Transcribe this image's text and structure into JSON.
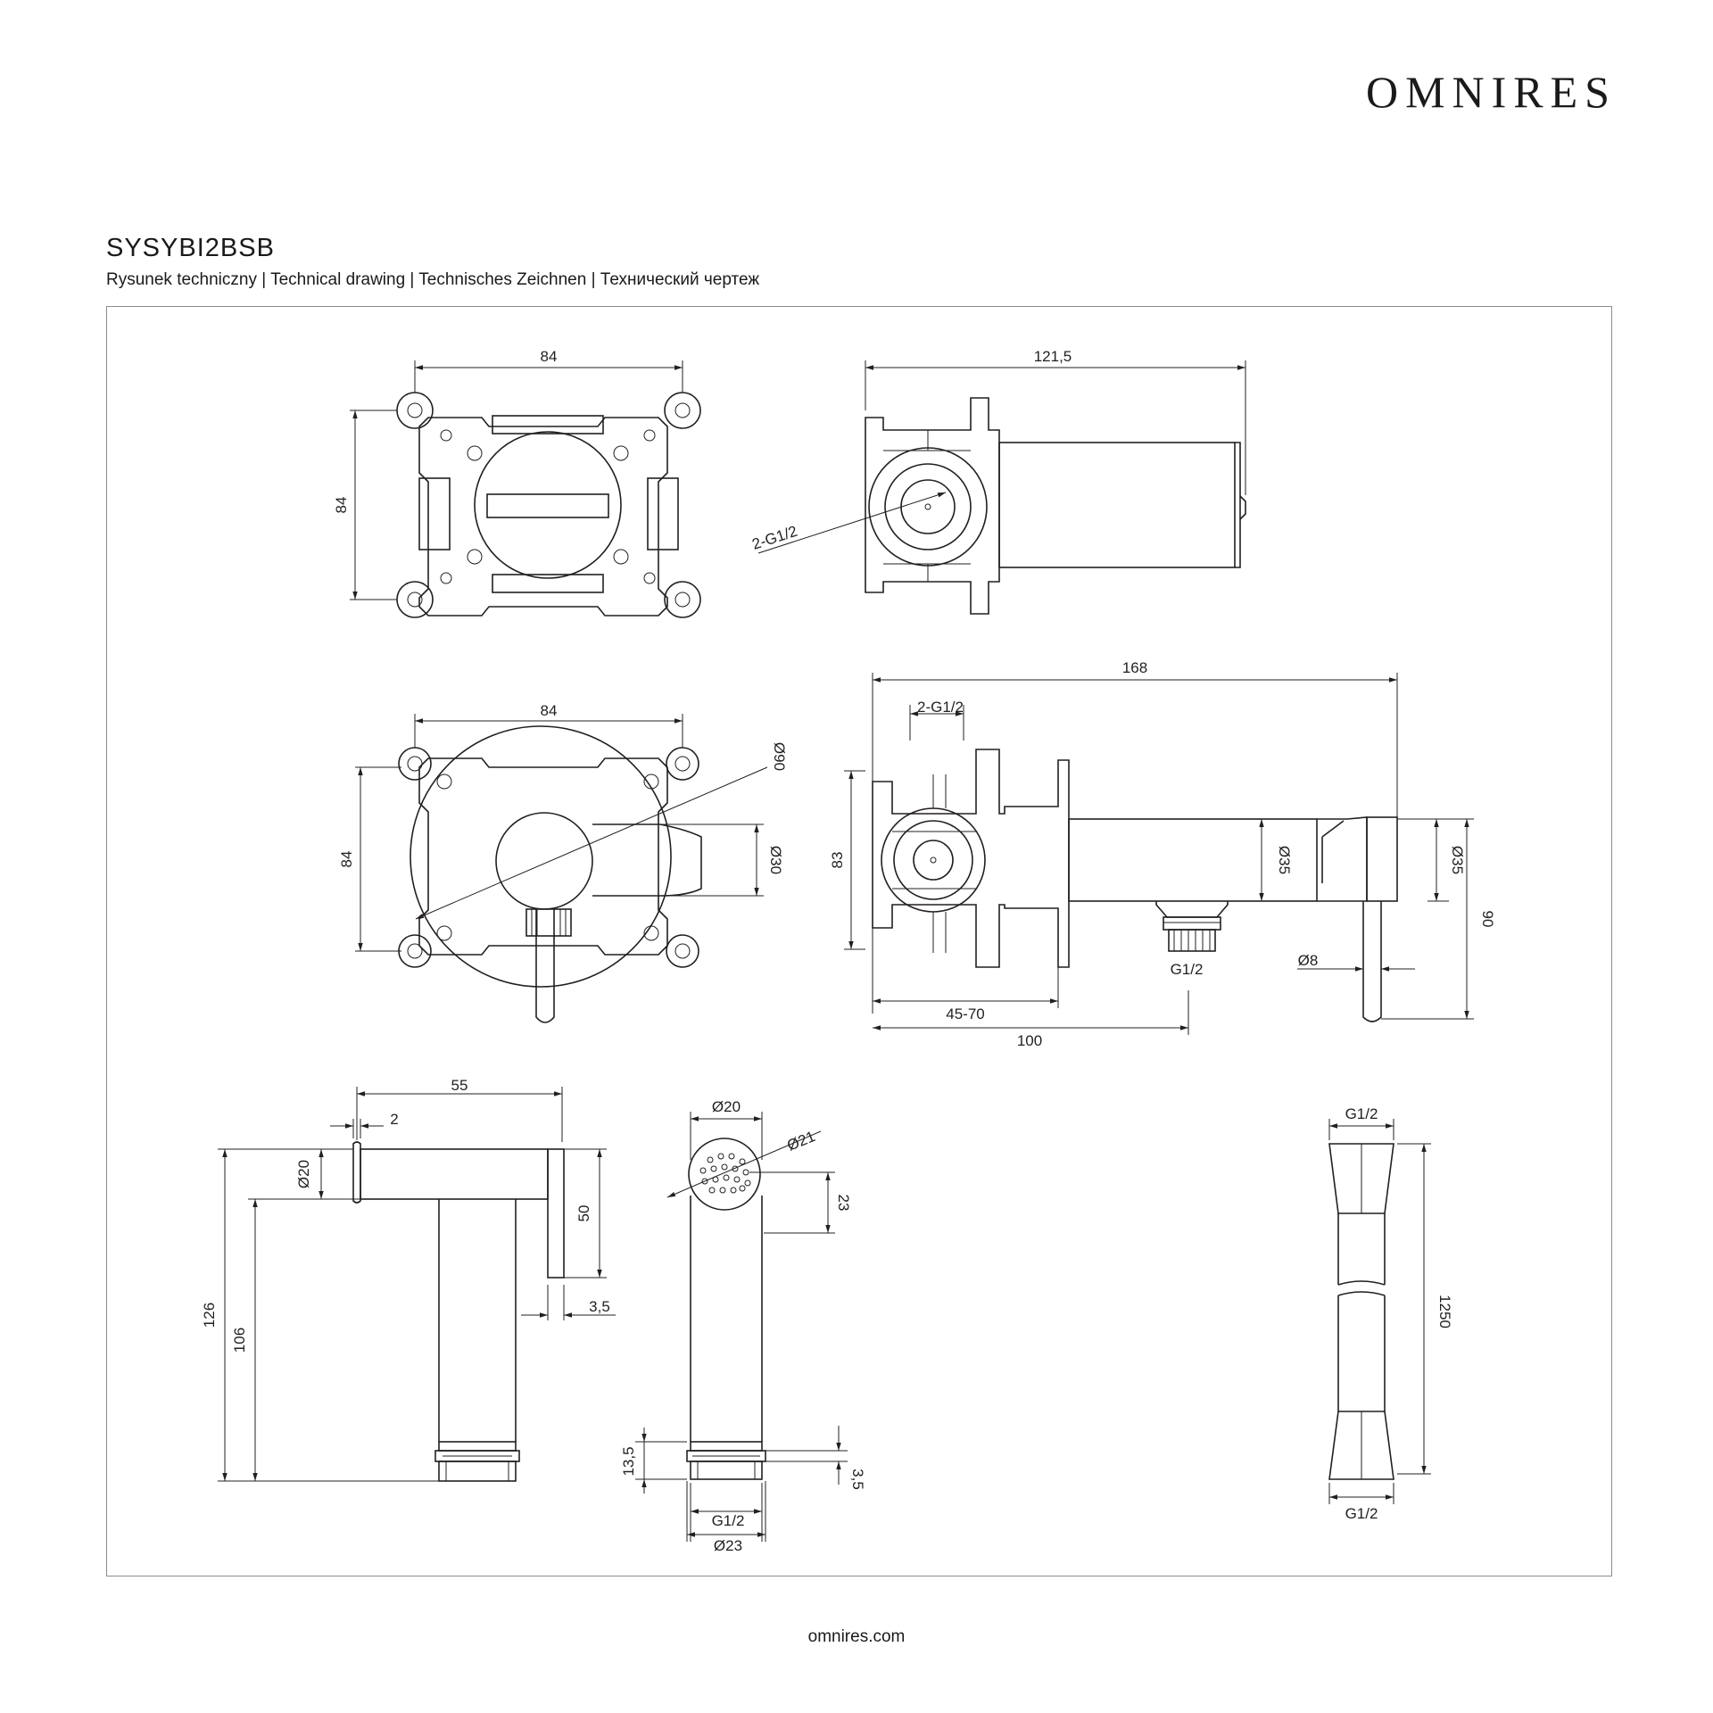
{
  "header": {
    "brand": "OMNIRES",
    "model": "SYSYBI2BSB",
    "subtitle": "Rysunek techniczny | Technical drawing | Technisches Zeichnen | Технический чертеж"
  },
  "footer": {
    "url": "omnires.com"
  },
  "dimensions": {
    "box_front_width": "84",
    "box_front_height": "84",
    "box_side_depth": "121,5",
    "box_side_thread": "2-G1/2",
    "mixer_front_width": "84",
    "mixer_front_height": "84",
    "mixer_plate_dia": "Ø90",
    "mixer_handle_dia": "Ø30",
    "mixer_side_length": "168",
    "mixer_side_thread": "2-G1/2",
    "mixer_side_height": "83",
    "mixer_side_body_dia": "Ø35",
    "mixer_side_holder_dia": "Ø35",
    "mixer_side_total_height": "90",
    "mixer_outlet_thread": "G1/2",
    "mixer_lever_dia": "Ø8",
    "mixer_wall_range": "45-70",
    "mixer_outlet_distance": "100",
    "handshower_length": "55",
    "handshower_gap": "2",
    "handshower_head_dia": "Ø20",
    "handshower_button_len": "50",
    "handshower_button_offset": "3,5",
    "handshower_total_height": "126",
    "handshower_body_height": "106",
    "handshower_top_dia": "Ø20",
    "handshower_face_dia": "Ø21",
    "handshower_face_height": "23",
    "handshower_thread_height": "13,5",
    "handshower_thread_offset": "3,5",
    "handshower_thread": "G1/2",
    "handshower_base_dia": "Ø23",
    "hose_top_thread": "G1/2",
    "hose_length": "1250",
    "hose_bottom_thread": "G1/2"
  }
}
